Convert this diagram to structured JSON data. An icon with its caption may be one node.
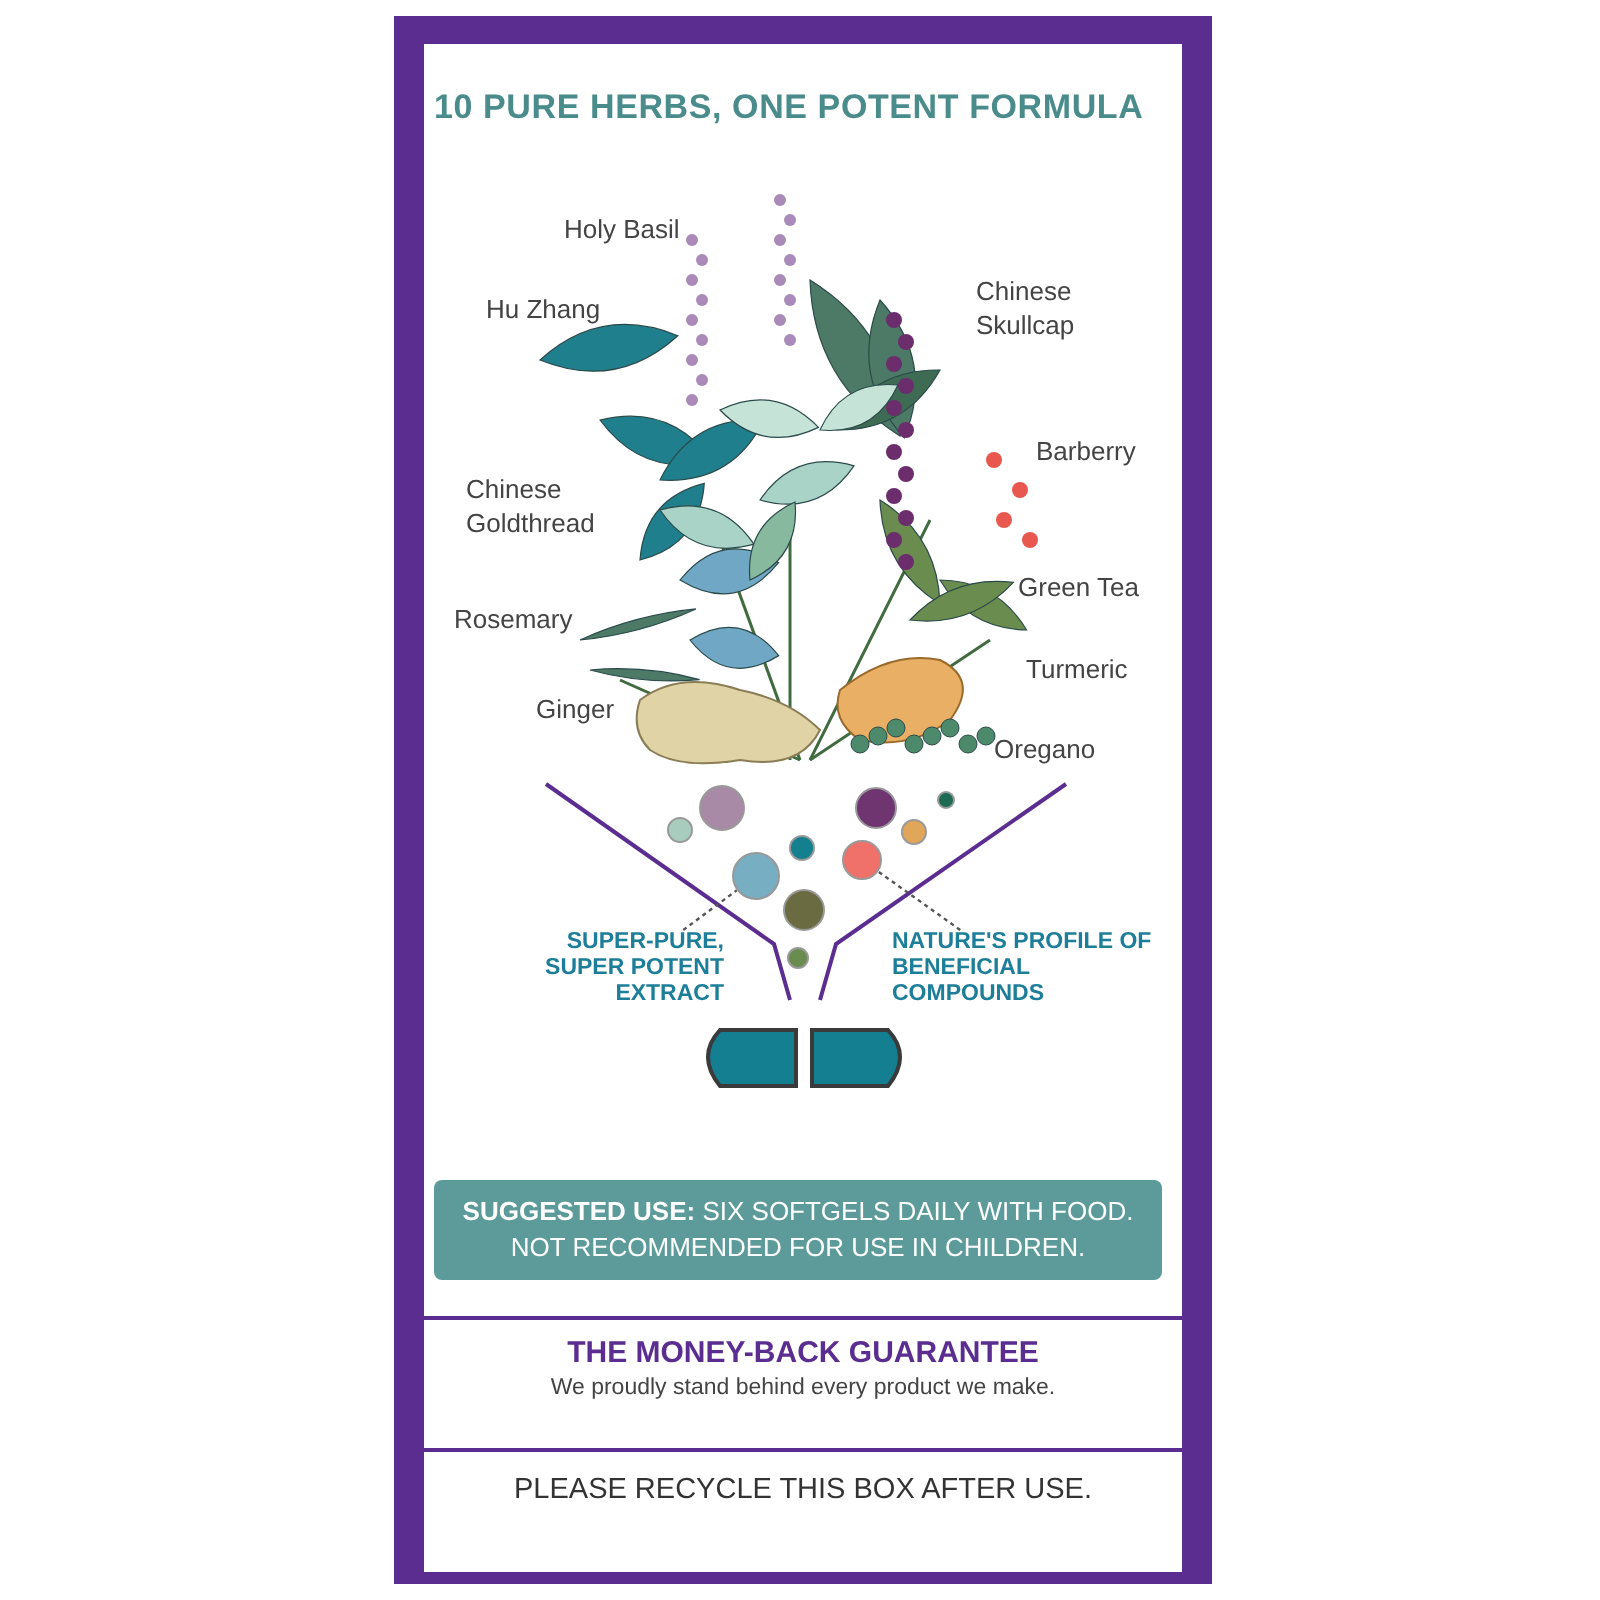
{
  "diagram": {
    "title": "10 PURE HERBS, ONE POTENT FORMULA",
    "nodes": [
      {
        "text": [],
        "shape": "circle"
      },
      {
        "text": [],
        "shape": "circle"
      },
      {
        "text": [
          "SUPER-PURE, SUPER POTENT EXTRACT"
        ]
      },
      {
        "text": [
          "NATURE'S PROFILE OF BENEFICIAL COMPOUNDS"
        ]
      },
      {
        "text": [
          "**SUGGESTED USE:** SIX SOFTGELS DAILY WITH FOOD. NOT RECOMMENDED FOR USE IN CHILDREN."
        ]
      }
    ],
    "edges": [
      {
        "from": 2,
        "to": 0,
        "arrow": "none",
        "style": "dashed"
      },
      {
        "from": 3,
        "to": 1,
        "arrow": "none",
        "style": "dashed"
      }
    ],
    "labels": [
      "Holy Basil",
      "Hu Zhang",
      "Chinese Skullcap",
      "Barberry",
      "Chinese Goldthread",
      "Green Tea",
      "Rosemary",
      "Turmeric",
      "Ginger",
      "Oregano",
      "THE MONEY-BACK GUARANTEE",
      "We proudly stand behind every product we make.",
      "PLEASE RECYCLE THIS BOX AFTER USE."
    ]
  }
}
